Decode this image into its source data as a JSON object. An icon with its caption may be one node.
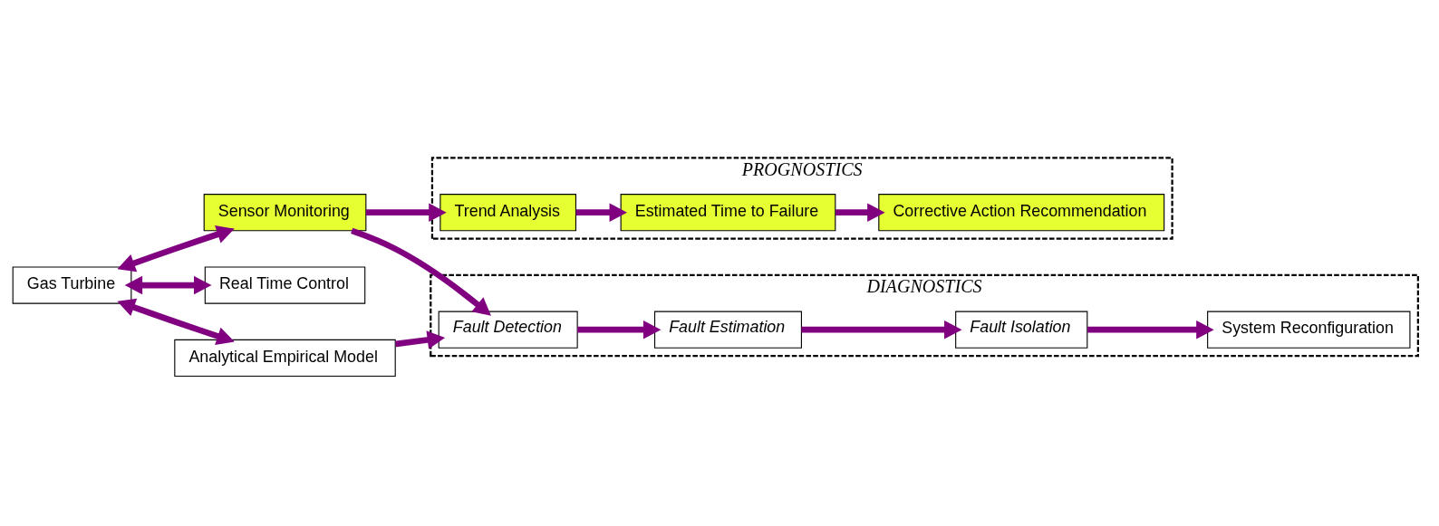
{
  "diagram": {
    "nodes": [
      {
        "text": [
          "Gas Turbine"
        ]
      },
      {
        "text": [
          "Sensor Monitoring"
        ]
      },
      {
        "text": [
          "Real Time Control"
        ]
      },
      {
        "text": [
          "Analytical Empirical Model"
        ]
      },
      {
        "text": [
          "PROGNOSTICS"
        ]
      },
      {
        "text": [
          "Trend Analysis"
        ],
        "in": 4
      },
      {
        "text": [
          "Estimated Time to Failure"
        ],
        "in": 4
      },
      {
        "text": [
          "Corrective Action Recommendation"
        ],
        "in": 4
      },
      {
        "text": [
          "DIAGNOSTICS"
        ]
      },
      {
        "text": [
          "Fault Detection"
        ],
        "in": 8
      },
      {
        "text": [
          "Fault Estimation"
        ],
        "in": 8
      },
      {
        "text": [
          "Fault Isolation"
        ],
        "in": 8
      },
      {
        "text": [
          "System Reconfiguration"
        ],
        "in": 8
      }
    ],
    "edges": [
      {
        "from": 0,
        "to": 1,
        "arrow": "both"
      },
      {
        "from": 0,
        "to": 2,
        "arrow": "both"
      },
      {
        "from": 0,
        "to": 3,
        "arrow": "both"
      },
      {
        "from": 1,
        "to": 5,
        "arrow": "to"
      },
      {
        "from": 1,
        "to": 9,
        "arrow": "to"
      },
      {
        "from": 3,
        "to": 9,
        "arrow": "to"
      },
      {
        "from": 5,
        "to": 6,
        "arrow": "to"
      },
      {
        "from": 6,
        "to": 7,
        "arrow": "to"
      },
      {
        "from": 9,
        "to": 10,
        "arrow": "to"
      },
      {
        "from": 10,
        "to": 11,
        "arrow": "to"
      },
      {
        "from": 11,
        "to": 12,
        "arrow": "to"
      }
    ]
  }
}
